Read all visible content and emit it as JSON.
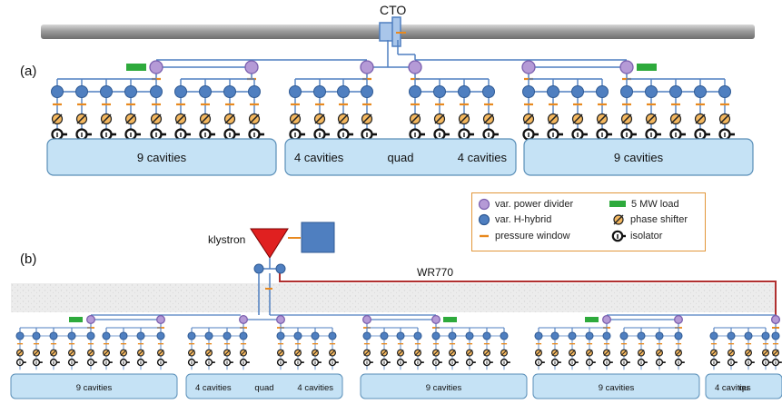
{
  "cto_label": "CTO",
  "panel_a_label": "(a)",
  "panel_b_label": "(b)",
  "klystron_label": "klystron",
  "waveguide_label": "WR770",
  "groups_a": [
    {
      "left_text": "9 cavities",
      "mid_text": "",
      "right_text": ""
    },
    {
      "left_text": "4 cavities",
      "mid_text": "quad",
      "right_text": "4 cavities"
    },
    {
      "left_text": "9 cavities",
      "mid_text": "",
      "right_text": ""
    }
  ],
  "groups_b": [
    {
      "left_text": "9 cavities",
      "mid_text": "",
      "right_text": ""
    },
    {
      "left_text": "4 cavities",
      "mid_text": "quad",
      "right_text": "4 cavities"
    },
    {
      "left_text": "9 cavities",
      "mid_text": "",
      "right_text": ""
    },
    {
      "left_text": "9 cavities",
      "mid_text": "",
      "right_text": ""
    },
    {
      "left_text": "4 cavities",
      "mid_text": "qu",
      "right_text": ""
    }
  ],
  "legend": {
    "power_divider": "var. power divider",
    "h_hybrid": "var. H-hybrid",
    "pressure_window": "pressure window",
    "load": "5 MW load",
    "phase_shifter": "phase shifter",
    "isolator": "isolator"
  },
  "colors": {
    "divider": "#b59ad6",
    "hybrid": "#4f7fc0",
    "window": "#e8891f",
    "load": "#2eaa3c",
    "cavity_box": "#c5e2f5",
    "waveguide": "#b03030",
    "klystron": "#e02020"
  }
}
